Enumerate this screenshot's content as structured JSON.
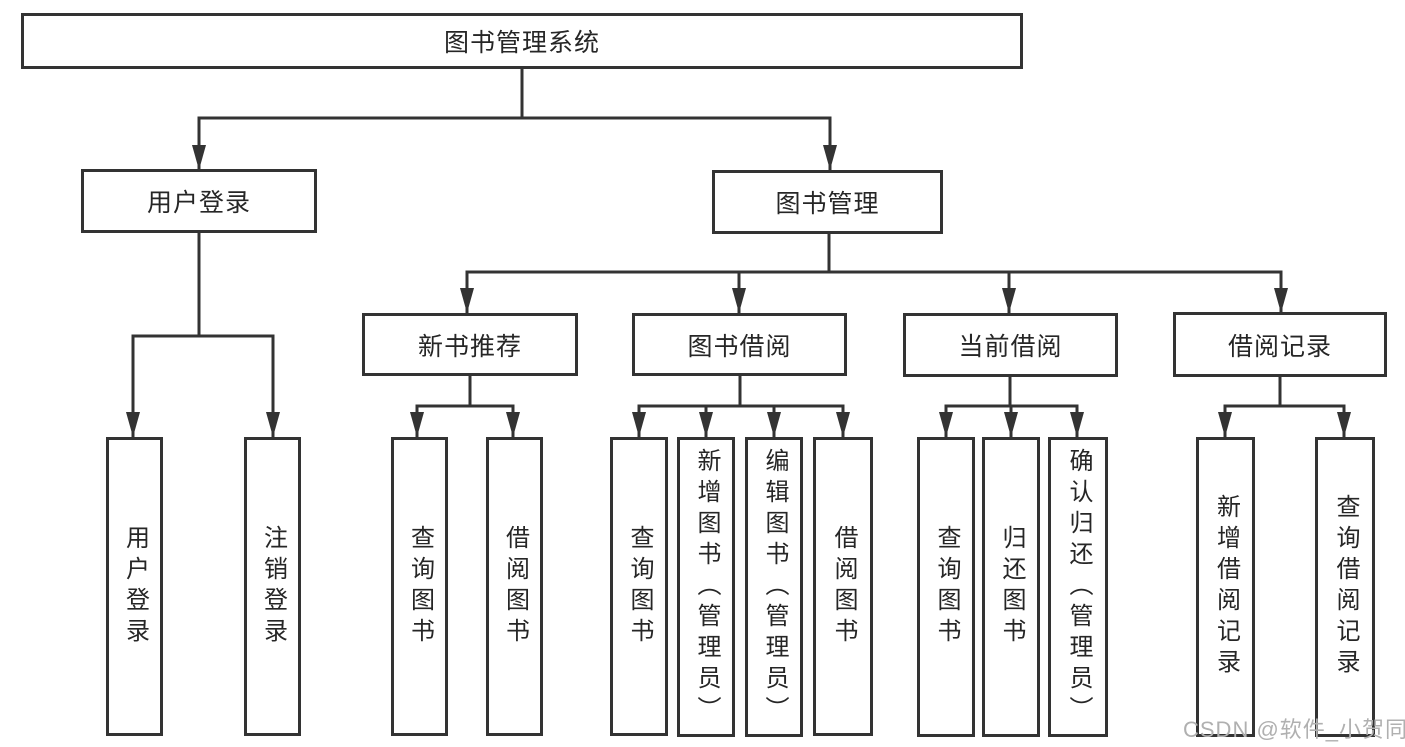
{
  "diagram": {
    "type": "hierarchy-tree",
    "nodes": {
      "root": "图书管理系统",
      "user_login": "用户登录",
      "book_management": "图书管理",
      "new_book_recommend": "新书推荐",
      "book_borrow": "图书借阅",
      "current_borrow": "当前借阅",
      "borrow_records": "借阅记录",
      "leaf_user_login": "用户登录",
      "leaf_logout_login": "注销登录",
      "leaf_nbr_query_books": "查询图书",
      "leaf_nbr_borrow_books": "借阅图书",
      "leaf_bb_query_books": "查询图书",
      "leaf_bb_add_books": "新增图书（管理员）",
      "leaf_bb_edit_books": "编辑图书（管理员）",
      "leaf_bb_borrow_books": "借阅图书",
      "leaf_cb_query_books": "查询图书",
      "leaf_cb_return_books": "归还图书",
      "leaf_cb_confirm_return": "确认归还（管理员）",
      "leaf_br_add_record": "新增借阅记录",
      "leaf_br_query_record": "查询借阅记录"
    },
    "hierarchy": {
      "图书管理系统": {
        "用户登录": [
          "用户登录",
          "注销登录"
        ],
        "图书管理": {
          "新书推荐": [
            "查询图书",
            "借阅图书"
          ],
          "图书借阅": [
            "查询图书",
            "新增图书（管理员）",
            "编辑图书（管理员）",
            "借阅图书"
          ],
          "当前借阅": [
            "查询图书",
            "归还图书",
            "确认归还（管理员）"
          ],
          "借阅记录": [
            "新增借阅记录",
            "查询借阅记录"
          ]
        }
      }
    }
  },
  "watermark": "CSDN @软件_小贺同学",
  "colors": {
    "line": "#333333",
    "text": "#262626",
    "watermark": "#b0b0b0",
    "background": "#ffffff"
  }
}
